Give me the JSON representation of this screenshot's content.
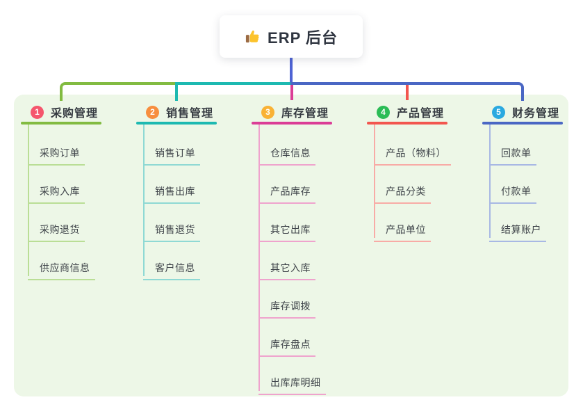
{
  "root": {
    "label": "ERP 后台",
    "icon": "thumbs-up"
  },
  "canvas": {
    "background": "#ffffff",
    "panel_background": "#edf7e7"
  },
  "connector": {
    "stem_color": "#4e63d4"
  },
  "branches": [
    {
      "number": "1",
      "title": "采购管理",
      "badge_color": "#f5566d",
      "line_color": "#82bb41",
      "child_line_color": "#bade96",
      "children": [
        "采购订单",
        "采购入库",
        "采购退货",
        "供应商信息"
      ]
    },
    {
      "number": "2",
      "title": "销售管理",
      "badge_color": "#f78e3e",
      "line_color": "#1db9b1",
      "child_line_color": "#8fd9d4",
      "children": [
        "销售订单",
        "销售出库",
        "销售退货",
        "客户信息"
      ]
    },
    {
      "number": "3",
      "title": "库存管理",
      "badge_color": "#f9b235",
      "line_color": "#db3d96",
      "child_line_color": "#efa3cd",
      "children": [
        "仓库信息",
        "产品库存",
        "其它出库",
        "其它入库",
        "库存调拨",
        "库存盘点",
        "出库库明细"
      ]
    },
    {
      "number": "4",
      "title": "产品管理",
      "badge_color": "#2bbc56",
      "line_color": "#f2564f",
      "child_line_color": "#f8aba6",
      "children": [
        "产品（物料）",
        "产品分类",
        "产品单位"
      ]
    },
    {
      "number": "5",
      "title": "财务管理",
      "badge_color": "#2aa9e0",
      "line_color": "#4a67c4",
      "child_line_color": "#a8b8e4",
      "children": [
        "回款单",
        "付款单",
        "结算账户"
      ]
    }
  ]
}
